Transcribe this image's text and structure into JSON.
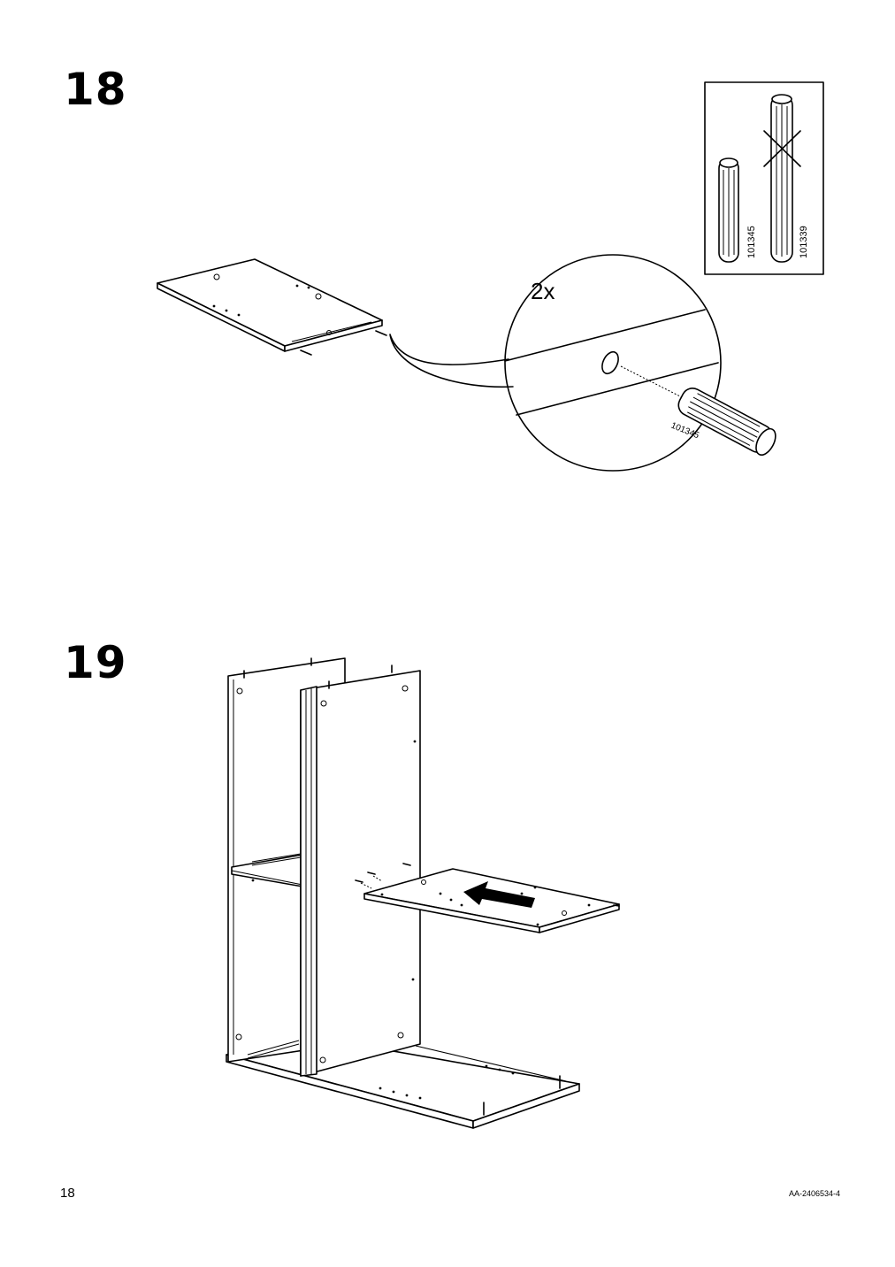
{
  "steps": [
    {
      "number": "18",
      "multiplier": "2x",
      "dowel_label": "101345"
    },
    {
      "number": "19"
    }
  ],
  "part_check_box": {
    "correct_part": "101345",
    "wrong_part": "101339"
  },
  "footer": {
    "page_number": "18",
    "document_code": "AA-2406534-4"
  }
}
